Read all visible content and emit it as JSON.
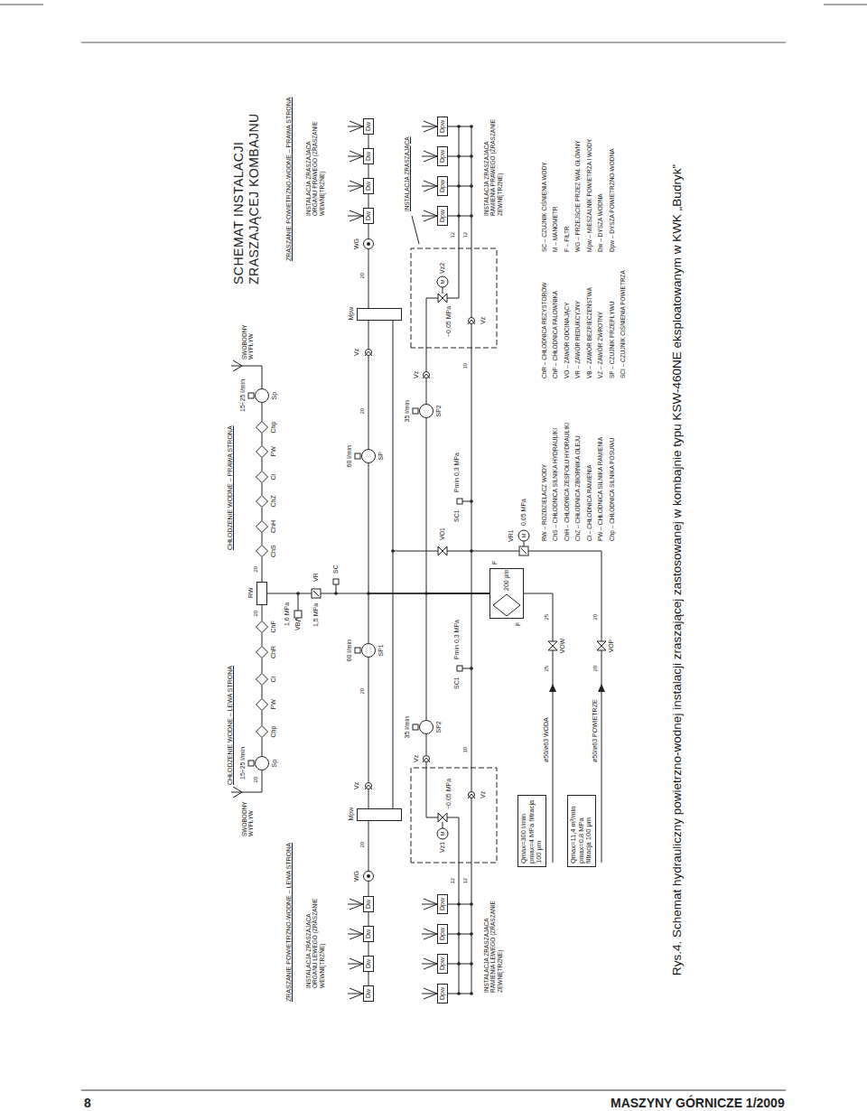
{
  "diagram": {
    "title": "SCHEMAT INSTALACJI ZRASZAJĄCEJ KOMBAJNU",
    "caption": "Rys.4. Schemat hydrauliczny powietrzno-wodnej instalacji zraszającej zastosowanej w kombajnie typu KSW-460NE eksploatowanym w KWK „Budryk”",
    "nodes": [
      {
        "text": [
          "Qmax=300 l/min pmax=4 MPa filtracja 100 μm"
        ]
      },
      {
        "text": [
          "Qmax=11,4 m³/min pmax=0,8 MPa filtracja 100 μm"
        ]
      },
      {
        "text": [
          "200 μm"
        ]
      },
      {
        "text": [
          "RW"
        ]
      },
      {
        "text": [
          "Mpw"
        ]
      },
      {
        "text": [
          "Mpw"
        ]
      },
      {
        "text": [
          "WG"
        ]
      },
      {
        "text": [
          "WG"
        ]
      },
      {
        "text": [
          "Dw"
        ]
      },
      {
        "text": [
          "Dw"
        ]
      },
      {
        "text": [
          "Dw"
        ]
      },
      {
        "text": [
          "Dw"
        ]
      },
      {
        "text": [
          "Dw"
        ]
      },
      {
        "text": [
          "Dw"
        ]
      },
      {
        "text": [
          "Dw"
        ]
      },
      {
        "text": [
          "Dw"
        ]
      },
      {
        "text": [
          "Dpw"
        ]
      },
      {
        "text": [
          "Dpw"
        ]
      },
      {
        "text": [
          "Dpw"
        ]
      },
      {
        "text": [
          "Dpw"
        ]
      },
      {
        "text": [
          "Dpw"
        ]
      },
      {
        "text": [
          "Dpw"
        ]
      },
      {
        "text": [
          "Dpw"
        ]
      },
      {
        "text": [
          "Dpw"
        ]
      },
      {
        "text": [
          "Sp",
          "15÷25 l/min"
        ]
      },
      {
        "text": [
          "Chp"
        ]
      },
      {
        "text": [
          "PW"
        ]
      },
      {
        "text": [
          "Cł"
        ]
      },
      {
        "text": [
          "ChR"
        ]
      },
      {
        "text": [
          "ChF"
        ]
      },
      {
        "text": [
          "ChS"
        ]
      },
      {
        "text": [
          "ChH"
        ]
      },
      {
        "text": [
          "ChZ"
        ]
      },
      {
        "text": [
          "Cł"
        ]
      },
      {
        "text": [
          "PW"
        ]
      },
      {
        "text": [
          "Chp"
        ]
      },
      {
        "text": [
          "Sp",
          "15÷25 l/min"
        ]
      },
      {
        "text": [
          "SP1",
          "60 l/min"
        ]
      },
      {
        "text": [
          "SP",
          "60 l/min"
        ]
      },
      {
        "text": [
          "SP2",
          "35 l/min"
        ]
      },
      {
        "text": [
          "SP2",
          "35 l/min"
        ]
      }
    ],
    "edges": [
      {
        "from": 4,
        "to": 6,
        "arrow": "none"
      },
      {
        "from": 6,
        "to": 11,
        "arrow": "none"
      },
      {
        "from": 11,
        "to": 10,
        "arrow": "none"
      },
      {
        "from": 10,
        "to": 9,
        "arrow": "none"
      },
      {
        "from": 9,
        "to": 8,
        "arrow": "none"
      },
      {
        "from": 5,
        "to": 7,
        "arrow": "none"
      },
      {
        "from": 7,
        "to": 12,
        "arrow": "none"
      },
      {
        "from": 12,
        "to": 13,
        "arrow": "none"
      },
      {
        "from": 13,
        "to": 14,
        "arrow": "none"
      },
      {
        "from": 14,
        "to": 15,
        "arrow": "none"
      },
      {
        "from": 3,
        "to": 29,
        "arrow": "none"
      },
      {
        "from": 29,
        "to": 28,
        "arrow": "none"
      },
      {
        "from": 28,
        "to": 27,
        "arrow": "none"
      },
      {
        "from": 27,
        "to": 26,
        "arrow": "none"
      },
      {
        "from": 26,
        "to": 25,
        "arrow": "none"
      },
      {
        "from": 25,
        "to": 24,
        "arrow": "none"
      },
      {
        "from": 3,
        "to": 30,
        "arrow": "none"
      },
      {
        "from": 30,
        "to": 31,
        "arrow": "none"
      },
      {
        "from": 31,
        "to": 32,
        "arrow": "none"
      },
      {
        "from": 32,
        "to": 33,
        "arrow": "none"
      },
      {
        "from": 33,
        "to": 34,
        "arrow": "none"
      },
      {
        "from": 34,
        "to": 35,
        "arrow": "none"
      },
      {
        "from": 35,
        "to": 36,
        "arrow": "none"
      },
      {
        "from": 2,
        "to": 3,
        "arrow": "none"
      },
      {
        "from": 2,
        "to": 37,
        "arrow": "none"
      },
      {
        "from": 2,
        "to": 38,
        "arrow": "none"
      },
      {
        "from": 2,
        "to": 39,
        "arrow": "none"
      },
      {
        "from": 2,
        "to": 40,
        "arrow": "none"
      },
      {
        "from": 37,
        "to": 4,
        "arrow": "none"
      },
      {
        "from": 38,
        "to": 5,
        "arrow": "none"
      }
    ],
    "labels": [
      "ZRASZANIE POWIETRZNO-WODNE – LEWA STRONA",
      "ZRASZANIE POWIETRZNO-WODNE – PRAWA STRONA",
      "CHŁODZENIE WODNE – LEWA STRONA",
      "CHŁODZENIE WODNE – PRAWA STRONA",
      "SWOBODNY WYPŁYW",
      "SWOBODNY WYPŁYW",
      "INSTALACJA ZRASZAJĄCA ORGANU LEWEGO (ZRASZANIE WEWNĘTRZNE)",
      "INSTALACJA ZRASZAJĄCA ORGANU PRAWEGO (ZRASZANIE WEWNĘTRZNE)",
      "INSTALACJA ZRASZAJĄCA RAMIENIA LEWEGO (ZRASZANIE ZEWNĘTRZNE)",
      "INSTALACJA ZRASZAJĄCA RAMIENIA PRAWEGO (ZRASZANIE ZEWNĘTRZNE)",
      "INSTALACJA ZRASZAJĄCA",
      "VB",
      "1,6 MPa",
      "1,5 MPa",
      "VR",
      "SC",
      "Vz",
      "Vz",
      "Vz",
      "Vz",
      "M",
      "Vz1",
      "~0,05 MPa",
      "Vz",
      "M",
      "Vz2",
      "~0,05 MPa",
      "Vz",
      "SC1",
      "Pmin 0,3 MPa",
      "SC1",
      "Pmin 0,3 MPa",
      "VO1",
      "M",
      "VR1",
      "0,05 MPa",
      "ø50/ø63 WODA",
      "ø50/ø63 POWIETRZE",
      "VOW",
      "VOP",
      "25",
      "25",
      "20",
      "20",
      "F",
      "F",
      "20",
      "20",
      "20",
      "20",
      "12",
      "12",
      "12",
      "12",
      "10",
      "10",
      "20",
      "20",
      "20",
      "RW – ROZDZIELACZ WODY",
      "ChS – CHŁODNICA SILNIKA HYDRAULIKI",
      "ChH – CHŁODNICA ZESPOŁU HYDRAULIKI",
      "ChZ – CHŁODNICA ZBIORNIKA OLEJU",
      "Cł – CHŁODNICA RAMIENIA",
      "PW – CHŁODNICA SILNIKA RAMIENIA",
      "Chp – CHŁODNICA SILNIKA POSUWU",
      "ChR – CHŁODNICA REZYSTORÓW",
      "ChF – CHŁODNICA FALOWNIKA",
      "VO – ZAWÓR ODCINAJĄCY",
      "VR – ZAWÓR REDUKCYJNY",
      "VB – ZAWÓR BEZPIECZEŃSTWA",
      "VZ – ZAWÓR ZWROTNY",
      "SP – CZUJNIK PRZEPŁYWU",
      "SCI – CZUJNIK CIŚNIENIA POWIETRZA",
      "SC – CZUJNIK CIŚNIENIA WODY",
      "M – MANOMETR",
      "F – FILTR",
      "WG – PRZEJŚCIE PRZEZ WAŁ GŁÓWNY",
      "Mpw – MIESZALNIK POWIETRZA I WODY",
      "Dw – DYSZA WODNA",
      "Dpw – DYSZA POWIETRZNO-WODNA",
      "8",
      "MASZYNY GÓRNICZE 1/2009"
    ]
  }
}
